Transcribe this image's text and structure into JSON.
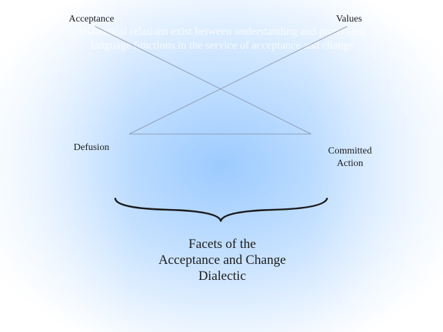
{
  "labels": {
    "acceptance": "Acceptance",
    "values": "Values",
    "defusion": "Defusion",
    "committed_action": [
      "Committed",
      "Action"
    ]
  },
  "overlay_text": [
    "Dialectical relations exist between understanding and promoting",
    "language functions in the service of acceptance and change"
  ],
  "caption": [
    "Facets of the",
    "Acceptance and Change",
    "Dialectic"
  ],
  "colors": {
    "background_center": "#9ccbff",
    "background_edge": "#ffffff",
    "line": "#8f9db4",
    "brace": "#1a1a1a",
    "text": "#1c1c1c"
  }
}
